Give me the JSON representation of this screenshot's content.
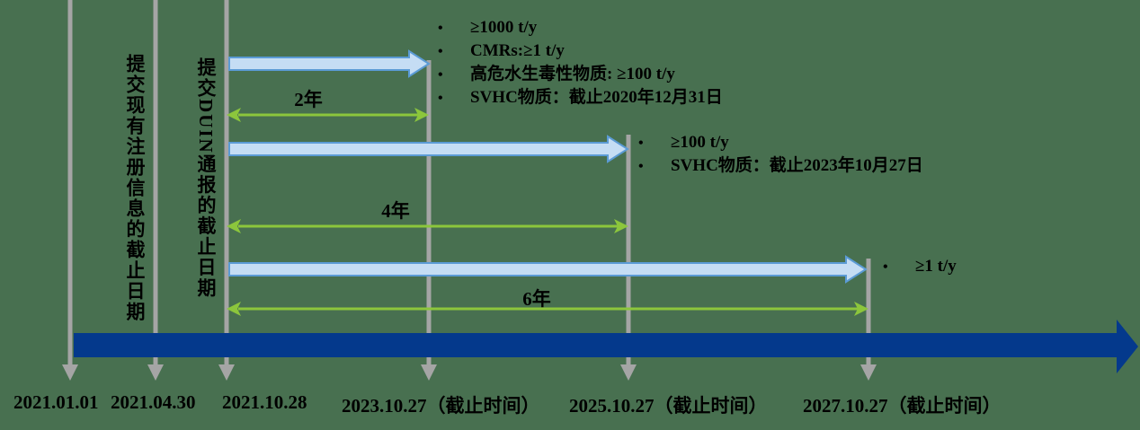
{
  "colors": {
    "background": "#487050",
    "timeline_bar": "#04398C",
    "event_line_gray": "#A5A5A5",
    "blue_arrow_fill": "#C5DDF4",
    "blue_arrow_border": "#5B9BD5",
    "green_arrow": "#8CC63C",
    "text": "#000000"
  },
  "vertical_labels": [
    {
      "text": "提交现有注册信息的截止日期"
    },
    {
      "text": "提交DUIN通报的截止日期"
    }
  ],
  "event_lines": [
    {
      "date": "2021.01.01"
    },
    {
      "date": "2021.04.30"
    },
    {
      "date": "2021.10.28"
    },
    {
      "date": "2023.10.27（截止时间）"
    },
    {
      "date": "2025.10.27（截止时间）"
    },
    {
      "date": "2027.10.27（截止时间）"
    }
  ],
  "durations": [
    {
      "label": "2年"
    },
    {
      "label": "4年"
    },
    {
      "label": "6年"
    }
  ],
  "bullet_groups": [
    {
      "items": [
        "≥1000 t/y",
        "CMRs:≥1 t/y",
        "高危水生毒性物质: ≥100 t/y",
        "SVHC物质：截止2020年12月31日"
      ]
    },
    {
      "items": [
        "≥100 t/y",
        "SVHC物质：截止2023年10月27日"
      ]
    },
    {
      "items": [
        "≥1 t/y"
      ]
    }
  ]
}
